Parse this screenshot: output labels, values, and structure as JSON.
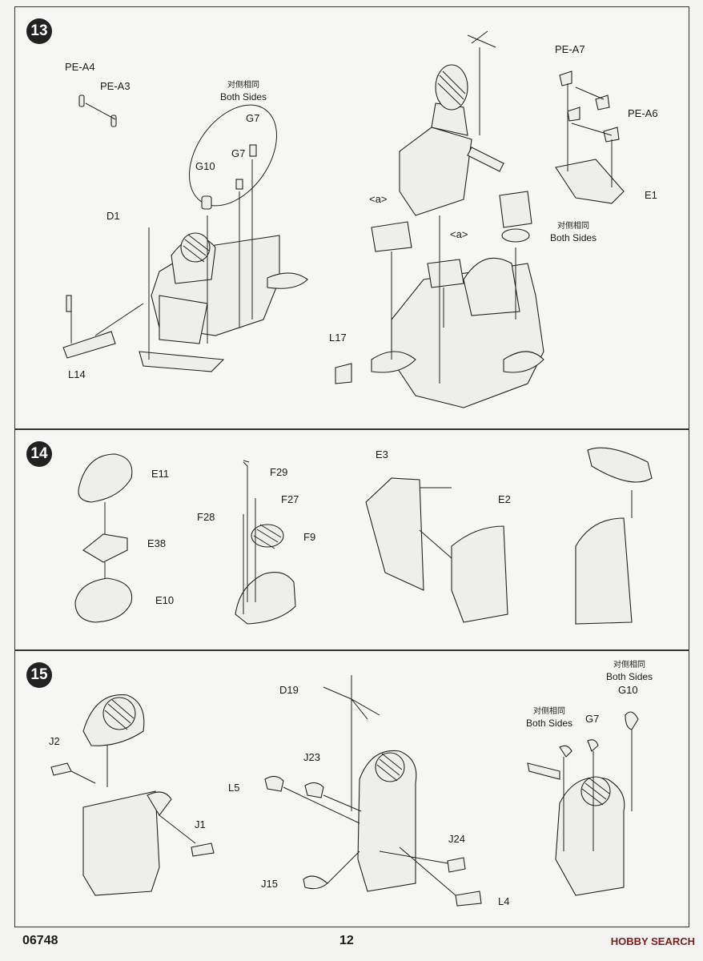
{
  "steps": [
    {
      "number": "13",
      "labels": {
        "pe_a4": "PE-A4",
        "pe_a3": "PE-A3",
        "g7a": "G7",
        "g7b": "G7",
        "g10": "G10",
        "d1": "D1",
        "l14": "L14",
        "a1": "<a>",
        "a2": "<a>",
        "l17": "L17",
        "pe_a7": "PE-A7",
        "pe_a6": "PE-A6",
        "e1": "E1"
      },
      "notes": [
        {
          "cn": "对侧相同",
          "en": "Both Sides"
        },
        {
          "cn": "对侧相同",
          "en": "Both Sides"
        }
      ]
    },
    {
      "number": "14",
      "labels": {
        "e11": "E11",
        "e38": "E38",
        "e10": "E10",
        "f29": "F29",
        "f27": "F27",
        "f28": "F28",
        "f9": "F9",
        "e3": "E3",
        "e2": "E2"
      }
    },
    {
      "number": "15",
      "labels": {
        "j2": "J2",
        "j1": "J1",
        "d19": "D19",
        "j23": "J23",
        "l5": "L5",
        "j24": "J24",
        "j15": "J15",
        "l4": "L4",
        "g7": "G7",
        "g10": "G10"
      },
      "notes": [
        {
          "cn": "对侧相同",
          "en": "Both Sides"
        },
        {
          "cn": "对侧相同",
          "en": "Both Sides"
        }
      ]
    }
  ],
  "footer": {
    "kit_number": "06748",
    "page_number": "12",
    "watermark": "HOBBY SEARCH"
  }
}
